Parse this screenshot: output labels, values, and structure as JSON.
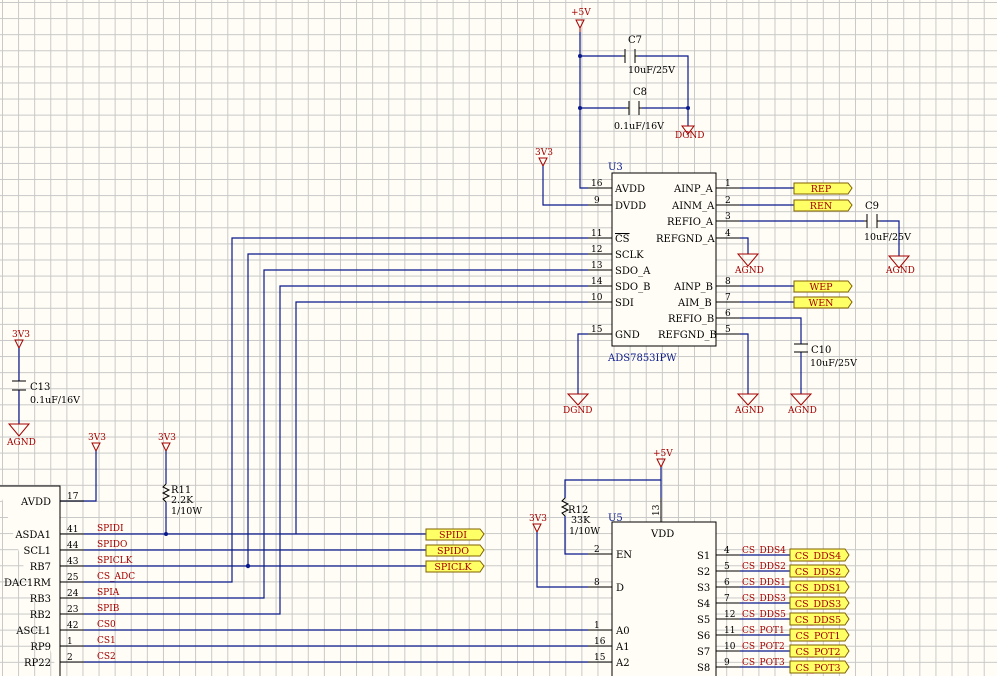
{
  "power": {
    "p5v_top": "+5V",
    "p5v_u5": "+5V",
    "p3v3_u3": "3V3",
    "p3v3_left": "3V3",
    "p3v3_mid1": "3V3",
    "p3v3_r11": "3V3",
    "p3v3_r12": "3V3",
    "dgnd_c8": "DGND",
    "dgnd_u3": "DGND",
    "agnd_ref_a": "AGND",
    "agnd_c9": "AGND",
    "agnd_ref_b": "AGND",
    "agnd_c10": "AGND",
    "agnd_c13": "AGND"
  },
  "caps": {
    "c7": {
      "ref": "C7",
      "value": "10uF/25V"
    },
    "c8": {
      "ref": "C8",
      "value": "0.1uF/16V"
    },
    "c9": {
      "ref": "C9",
      "value": "10uF/25V"
    },
    "c10": {
      "ref": "C10",
      "value": "10uF/25V"
    },
    "c13": {
      "ref": "C13",
      "value": "0.1uF/16V"
    }
  },
  "resistors": {
    "r11": {
      "ref": "R11",
      "value1": "2.2K",
      "value2": "1/10W"
    },
    "r12": {
      "ref": "R12",
      "value1": "33K",
      "value2": "1/10W"
    }
  },
  "u3": {
    "ref": "U3",
    "part": "ADS7853IPW",
    "left_pins": [
      {
        "num": "16",
        "name": "AVDD"
      },
      {
        "num": "9",
        "name": "DVDD"
      },
      {
        "num": "11",
        "name": "CS"
      },
      {
        "num": "12",
        "name": "SCLK"
      },
      {
        "num": "13",
        "name": "SDO_A"
      },
      {
        "num": "14",
        "name": "SDO_B"
      },
      {
        "num": "10",
        "name": "SDI"
      },
      {
        "num": "15",
        "name": "GND"
      }
    ],
    "right_pins": [
      {
        "num": "1",
        "name": "AINP_A"
      },
      {
        "num": "2",
        "name": "AINM_A"
      },
      {
        "num": "3",
        "name": "REFIO_A"
      },
      {
        "num": "4",
        "name": "REFGND_A"
      },
      {
        "num": "8",
        "name": "AINP_B"
      },
      {
        "num": "7",
        "name": "AIM_B"
      },
      {
        "num": "6",
        "name": "REFIO_B"
      },
      {
        "num": "5",
        "name": "REFGND_B"
      }
    ]
  },
  "u3_tags": {
    "rep": "REP",
    "ren": "REN",
    "wep": "WEP",
    "wen": "WEN"
  },
  "mcu": {
    "pins": [
      {
        "name": "AVDD",
        "num": "17",
        "net": ""
      },
      {
        "name": "ASDA1",
        "num": "41",
        "net": "SPIDI"
      },
      {
        "name": "SCL1",
        "num": "44",
        "net": "SPIDO"
      },
      {
        "name": "RB7",
        "num": "43",
        "net": "SPICLK"
      },
      {
        "name": "DAC1RM",
        "num": "25",
        "net": "CS_ADC"
      },
      {
        "name": "RB3",
        "num": "24",
        "net": "SPIA"
      },
      {
        "name": "RB2",
        "num": "23",
        "net": "SPIB"
      },
      {
        "name": "ASCL1",
        "num": "42",
        "net": "CS0"
      },
      {
        "name": "RP9",
        "num": "1",
        "net": "CS1"
      },
      {
        "name": "RP22",
        "num": "2",
        "net": "CS2"
      }
    ]
  },
  "spi_tags": {
    "spidi": "SPIDI",
    "spido": "SPIDO",
    "spiclk": "SPICLK"
  },
  "u5": {
    "ref": "U5",
    "vdd": "VDD",
    "vdd_num": "13",
    "left_pins": [
      {
        "num": "2",
        "name": "EN"
      },
      {
        "num": "8",
        "name": "D"
      },
      {
        "num": "1",
        "name": "A0"
      },
      {
        "num": "16",
        "name": "A1"
      },
      {
        "num": "15",
        "name": "A2"
      }
    ],
    "right_pins": [
      {
        "num": "4",
        "name": "S1",
        "net": "CS_DDS4",
        "tag": "CS_DDS4"
      },
      {
        "num": "5",
        "name": "S2",
        "net": "CS_DDS2",
        "tag": "CS_DDS2"
      },
      {
        "num": "6",
        "name": "S3",
        "net": "CS_DDS1",
        "tag": "CS_DDS1"
      },
      {
        "num": "7",
        "name": "S4",
        "net": "CS_DDS3",
        "tag": "CS_DDS3"
      },
      {
        "num": "12",
        "name": "S5",
        "net": "CS_DDS5",
        "tag": "CS_DDS5"
      },
      {
        "num": "11",
        "name": "S6",
        "net": "CS_POT1",
        "tag": "CS_POT1"
      },
      {
        "num": "10",
        "name": "S7",
        "net": "CS_POT2",
        "tag": "CS_POT2"
      },
      {
        "num": "9",
        "name": "S8",
        "net": "CS_POT3",
        "tag": "CS_POT3"
      }
    ]
  }
}
